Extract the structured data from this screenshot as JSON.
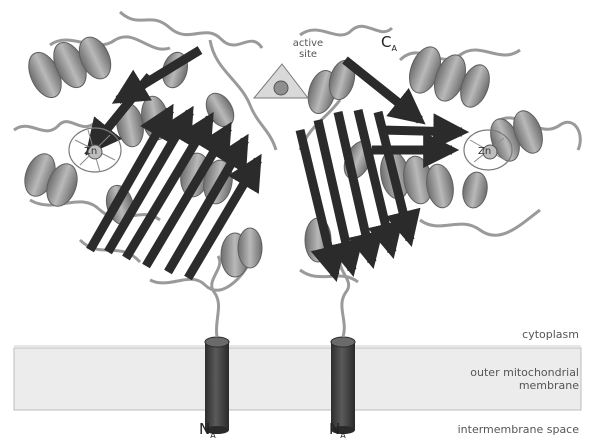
{
  "labels": {
    "active_site": "active site",
    "c_terminus": "C",
    "c_sub": "A",
    "zn_left": "Zn",
    "zn_right": "Zn",
    "n_terminus": "N",
    "n_sub": "A",
    "cytoplasm": "cytoplasm",
    "membrane_line1": "outer mitochondrial",
    "membrane_line2": "membrane",
    "intermembrane": "intermembrane space"
  },
  "colors": {
    "sheet": "#2b2b2b",
    "helix": "#8c8c8c",
    "coil": "#9a9a9a",
    "membrane_fill": "#ececec",
    "membrane_stroke": "#bdbdbd",
    "label": "#555555"
  }
}
